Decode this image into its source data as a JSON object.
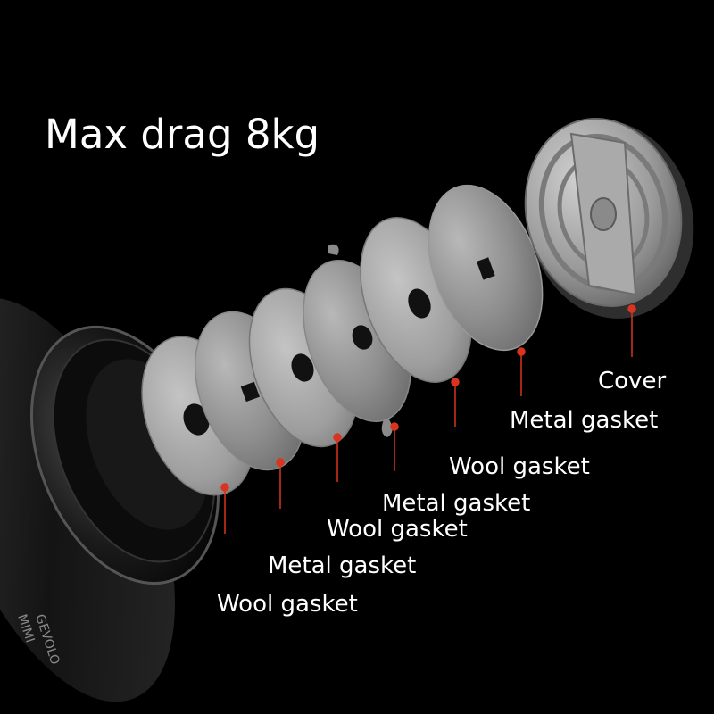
{
  "headline": "Max drag 8kg",
  "labels": {
    "cover": "Cover",
    "metal_gasket_1": "Metal gasket",
    "wool_gasket_1": "Wool gasket",
    "metal_gasket_2": "Metal gasket",
    "wool_gasket_2": "Wool gasket",
    "metal_gasket_3": "Metal gasket",
    "wool_gasket_3": "Wool gasket"
  },
  "colors": {
    "background": "#000000",
    "text": "#ffffff",
    "leader_line": "#d9341f"
  },
  "reel_text": {
    "model_1": "MIMI",
    "model_2": "GEVOLO"
  }
}
